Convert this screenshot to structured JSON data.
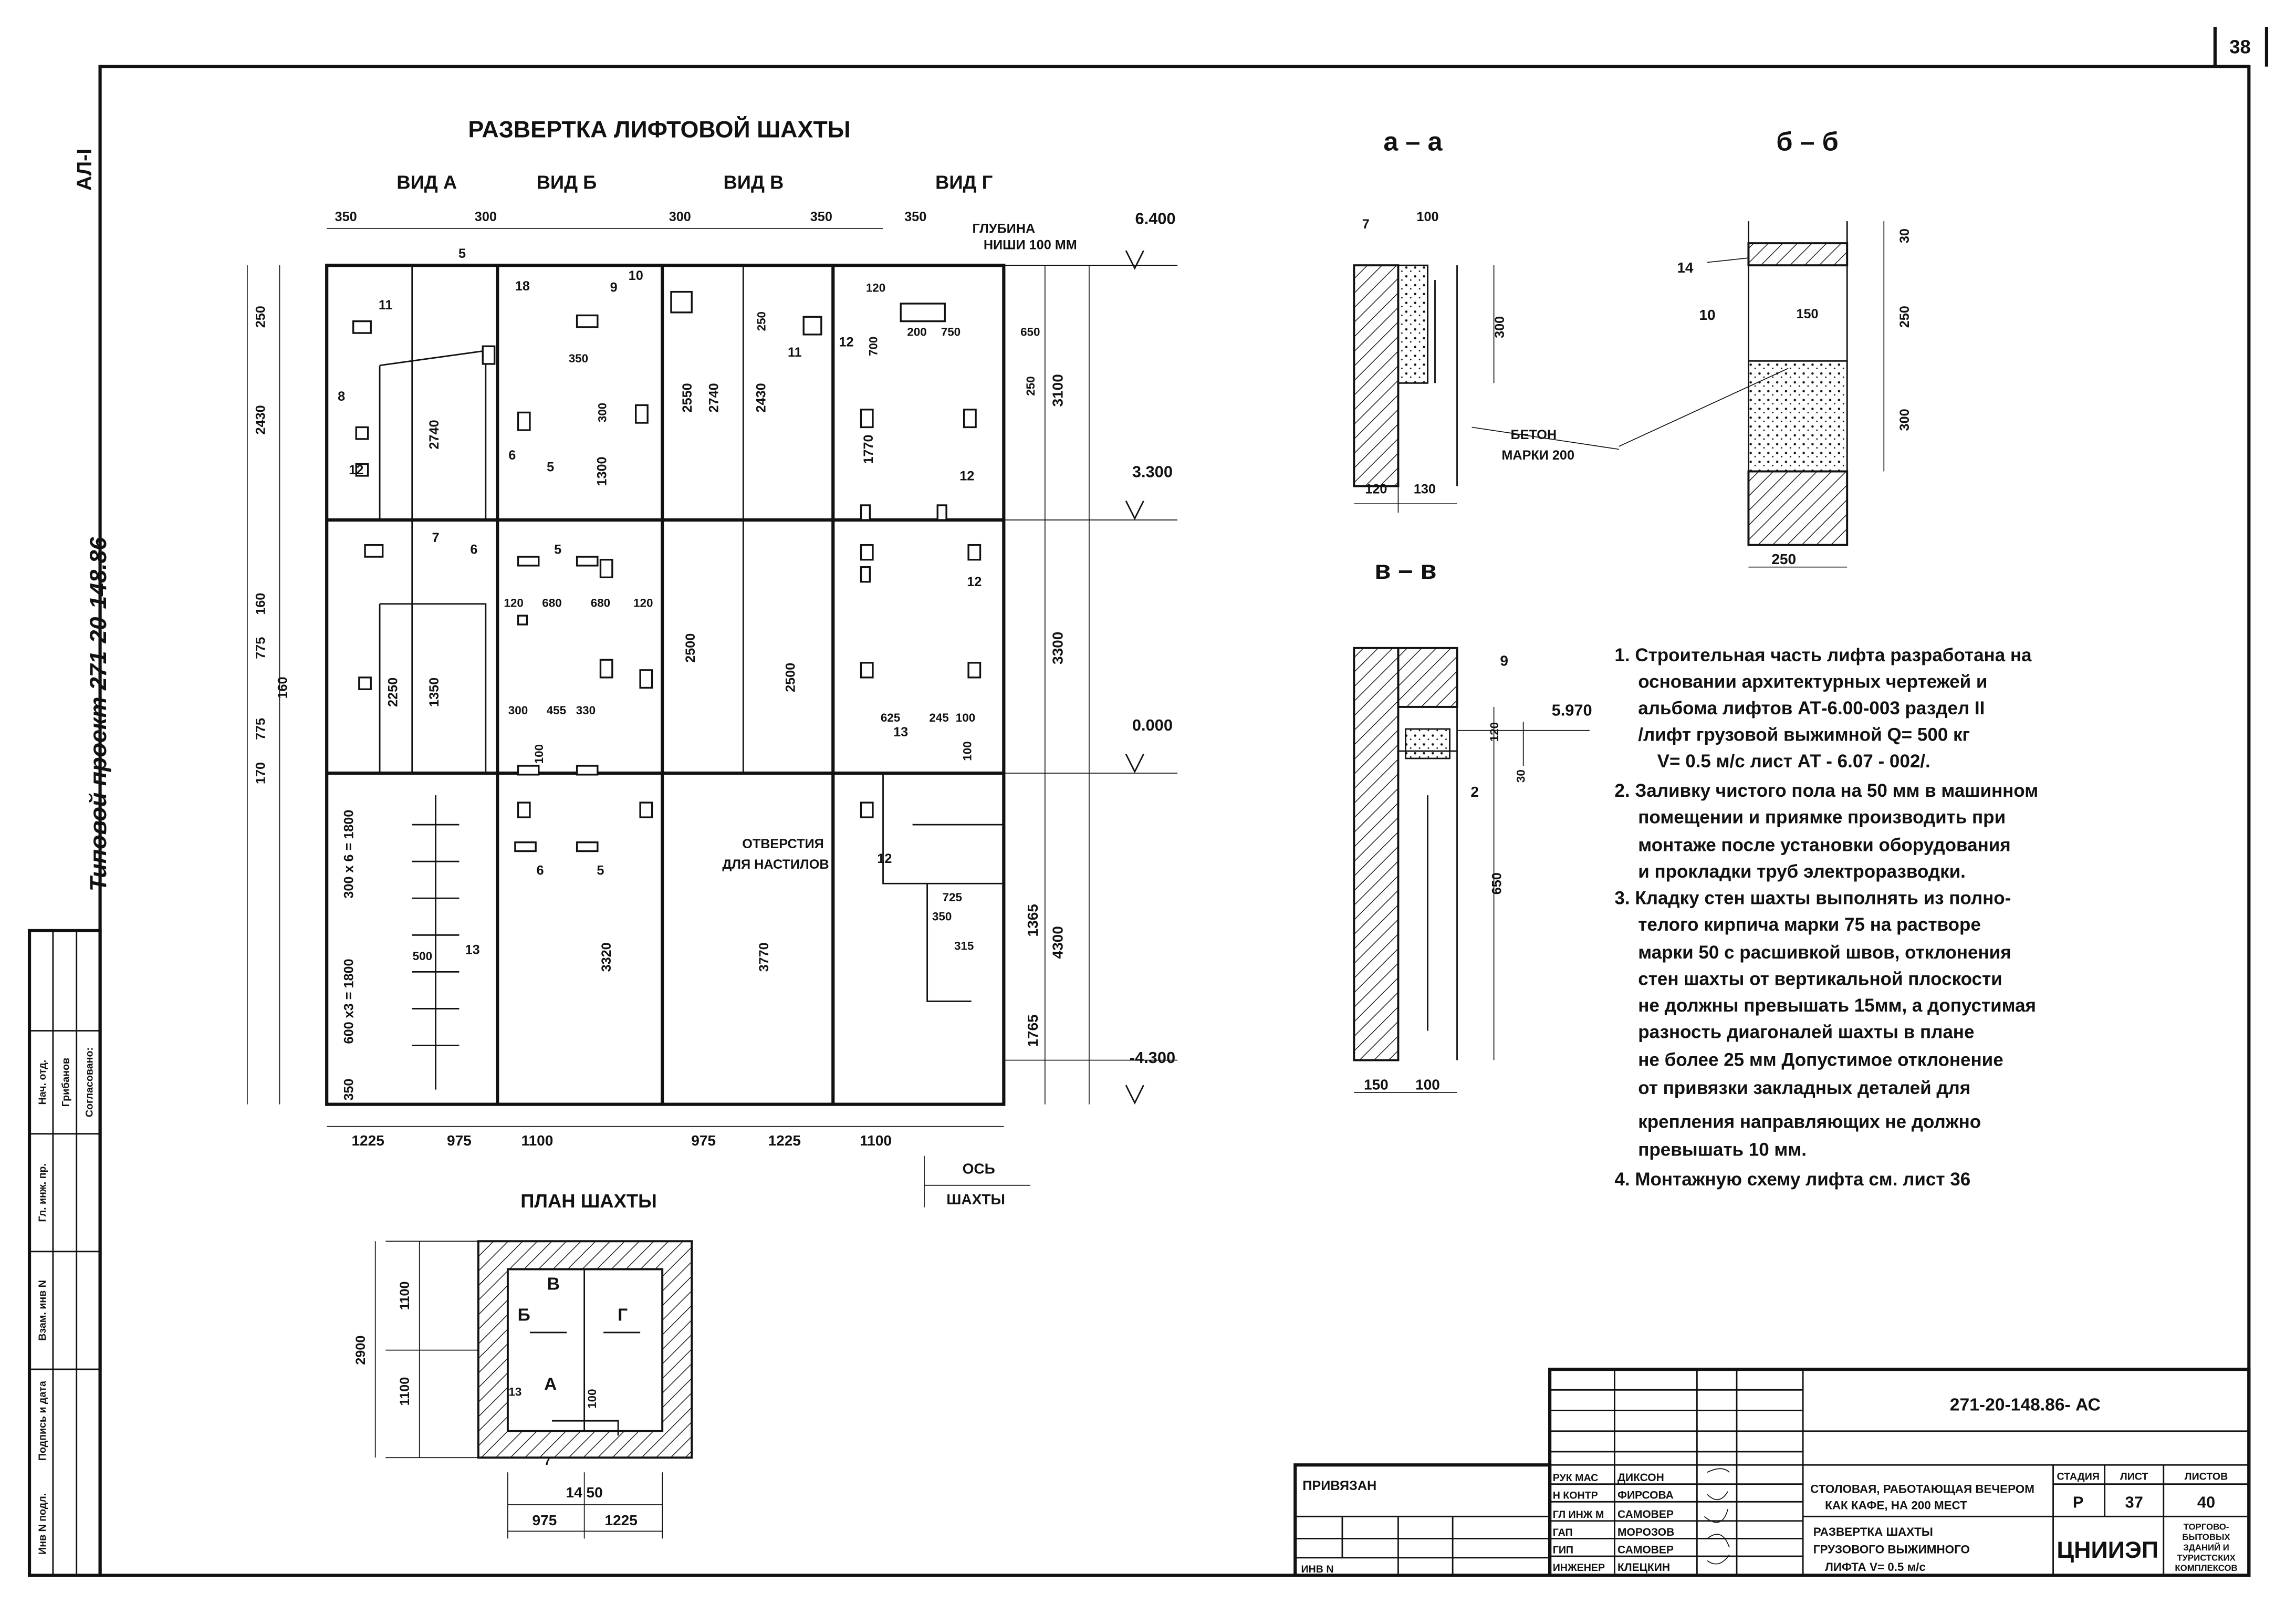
{
  "sheet_number": "38",
  "side_label": "АЛ-I",
  "project_label": "Типовой проект 271-20-148.86",
  "main_title": "РАЗВЕРТКА   ЛИФТОВОЙ   ШАХТЫ",
  "views": [
    "ВИД А",
    "ВИД Б",
    "ВИД В",
    "ВИД Г"
  ],
  "levels": [
    "6.400",
    "3.300",
    "0.000",
    "-4.300",
    "5.970"
  ],
  "pit_note": [
    "ГЛУБИНА",
    "НИШИ 100 ММ"
  ],
  "openings_note": [
    "ОТВЕРСТИЯ",
    "ДЛЯ НАСТИЛОВ"
  ],
  "axis_note": [
    "ОСЬ",
    "ШАХТЫ"
  ],
  "dims_top": [
    "350",
    "300",
    "300",
    "350",
    "350"
  ],
  "dims_bottom": [
    "1225",
    "975",
    "1100",
    "975",
    "1225",
    "1100"
  ],
  "dims_left": [
    "250",
    "2430",
    "160",
    "775",
    "160",
    "775",
    "170",
    "350",
    "600 x3 = 1800",
    "300 x 6 = 1800"
  ],
  "dims_right": [
    "3100",
    "3300",
    "4300",
    "1365",
    "1765",
    "650",
    "250"
  ],
  "inner_dims": [
    "2740",
    "2250",
    "1350",
    "1300",
    "2550",
    "2740",
    "2430",
    "2500",
    "2500",
    "1770",
    "3320",
    "3770",
    "250",
    "350",
    "300",
    "120",
    "680",
    "680",
    "120",
    "300",
    "455",
    "330",
    "100",
    "625",
    "245",
    "100",
    "750",
    "200",
    "120",
    "700",
    "100",
    "500",
    "725",
    "350",
    "315"
  ],
  "marks": [
    "11",
    "8",
    "12",
    "5",
    "18",
    "9",
    "10",
    "6",
    "7",
    "13",
    "11",
    "12",
    "12",
    "12",
    "5",
    "6",
    "5",
    "6",
    "5",
    "12",
    "13"
  ],
  "plan": {
    "title": "ПЛАН   ШАХТЫ",
    "labels": [
      "Б",
      "В",
      "Г",
      "А"
    ],
    "dims": [
      "1100",
      "1100",
      "2900",
      "14 50",
      "975",
      "1225",
      "13",
      "7",
      "100"
    ]
  },
  "sections": {
    "a": {
      "title": "а – а",
      "dims": [
        "100",
        "300",
        "120",
        "130"
      ],
      "marks": [
        "7"
      ],
      "note": [
        "БЕТОН",
        "МАРКИ 200"
      ]
    },
    "b": {
      "title": "б – б",
      "dims": [
        "30",
        "150",
        "250",
        "300",
        "250"
      ],
      "marks": [
        "14",
        "10"
      ]
    },
    "v": {
      "title": "в – в",
      "dims": [
        "120",
        "30",
        "650",
        "150",
        "100"
      ],
      "marks": [
        "9",
        "2"
      ]
    }
  },
  "notes": [
    "1.  Строительная часть лифта разработана на",
    "основании архитектурных чертежей и",
    "альбома лифтов АТ-6.00-003 раздел II",
    "/лифт грузовой выжимной Q= 500 кг",
    "V= 0.5 м/с   лист  АТ - 6.07 - 002/.",
    "2.  Заливку чистого пола на 50 мм в машинном",
    "помещении и приямке производить при",
    "монтаже после установки оборудования",
    "и прокладки труб электроразводки.",
    "3.  Кладку стен шахты выполнять из полно-",
    "телого кирпича марки 75 на растворе",
    "марки 50 с расшивкой швов, отклонения",
    "стен шахты от вертикальной плоскости",
    "не должны превышать 15мм, а допустимая",
    "разность диагоналей шахты в плане",
    "не более 25 мм Допустимое отклонение",
    "от привязки закладных деталей для",
    "крепления направляющих не должно",
    "превышать 10 мм.",
    "4.  Монтажную схему лифта см. лист 36"
  ],
  "left_stamp": [
    "Инв N подл.",
    "Подпись и дата",
    "Взам. инв N",
    "Гл. инж. пр.",
    "Нач. отд.",
    "Грибанов",
    "Согласовано:"
  ],
  "stamp": {
    "attached": "ПРИВЯЗАН",
    "inv": "ИНВ N",
    "code": "271-20-148.86- АС",
    "people": [
      {
        "role": "РУК МАС",
        "name": "ДИКСОН"
      },
      {
        "role": "Н КОНТР",
        "name": "ФИРСОВА"
      },
      {
        "role": "ГЛ ИНЖ М",
        "name": "САМОВЕР"
      },
      {
        "role": "ГАП",
        "name": "МОРОЗОВ"
      },
      {
        "role": "ГИП",
        "name": "САМОВЕР"
      },
      {
        "role": "ИНЖЕНЕР",
        "name": "КЛЕЦКИН"
      }
    ],
    "object": [
      "СТОЛОВАЯ, РАБОТАЮЩАЯ ВЕЧЕРОМ",
      "КАК КАФЕ, НА 200 МЕСТ"
    ],
    "stage_label": "СТАДИЯ",
    "sheet_label": "ЛИСТ",
    "sheets_label": "ЛИСТОВ",
    "stage": "Р",
    "sheet": "37",
    "sheets": "40",
    "sheet_title": [
      "РАЗВЕРТКА ШАХТЫ",
      "ГРУЗОВОГО ВЫЖИМНОГО",
      "ЛИФТА  V= 0.5 м/с"
    ],
    "org": "ЦНИИЭП",
    "org_sub": [
      "ТОРГОВО-",
      "БЫТОВЫХ",
      "ЗДАНИЙ И",
      "ТУРИСТСКИХ",
      "КОМПЛЕКСОВ"
    ]
  }
}
